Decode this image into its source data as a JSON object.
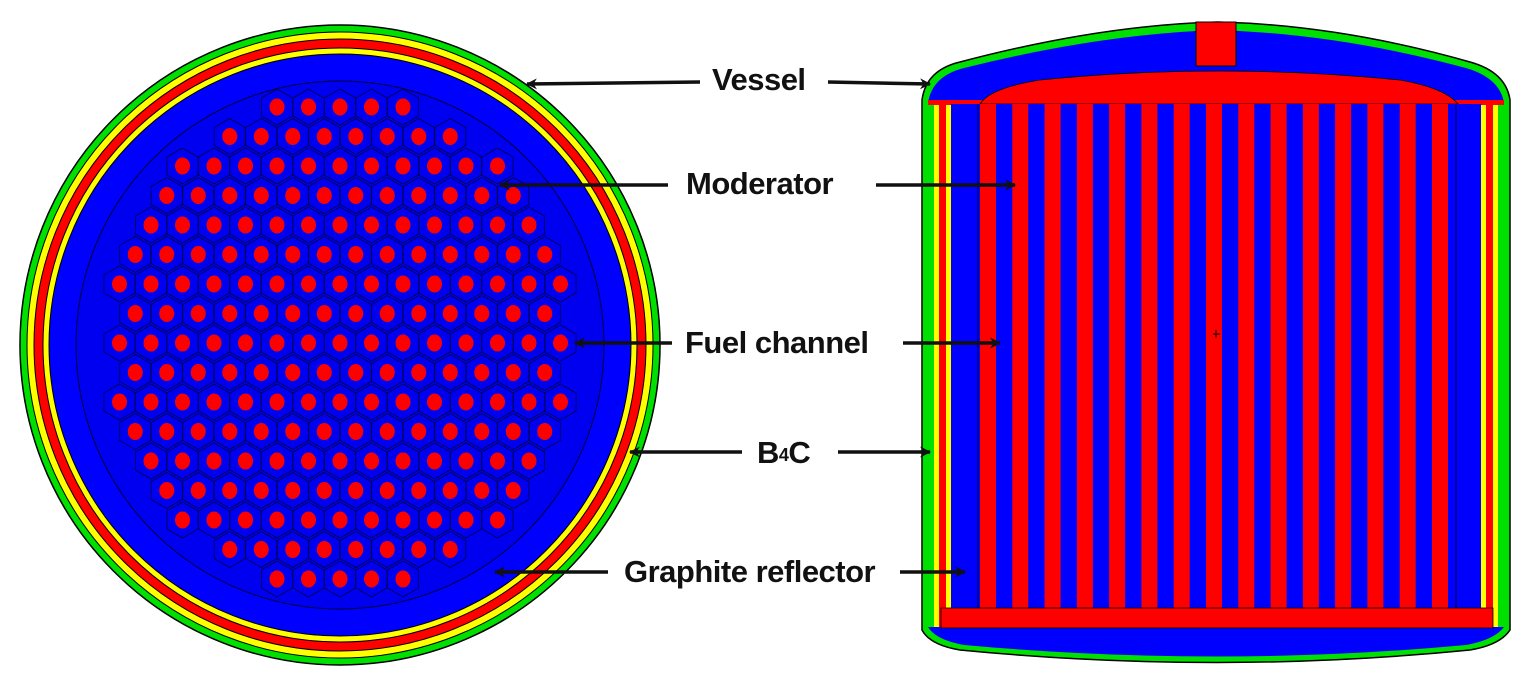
{
  "figure": {
    "left_view": "horizontal cross-section (circular)",
    "right_view": "vertical cross-section"
  },
  "labels": {
    "vessel": "Vessel",
    "moderator": "Moderator",
    "fuel_channel": "Fuel channel",
    "b4c_main": "B",
    "b4c_sub": "4",
    "b4c_tail": "C",
    "graphite_reflector": "Graphite reflector"
  },
  "colors": {
    "moderator_blue": "#0000ff",
    "fuel_red": "#ff0000",
    "b4c_yellow": "#ffff00",
    "vessel_green": "#00e000",
    "outline": "#000000"
  },
  "cross_section": {
    "rows": [
      5,
      8,
      11,
      12,
      13,
      14,
      15,
      14,
      15,
      14,
      15,
      14,
      13,
      12,
      11,
      8,
      5
    ]
  },
  "vertical_section": {
    "fuel_rods": 15
  }
}
